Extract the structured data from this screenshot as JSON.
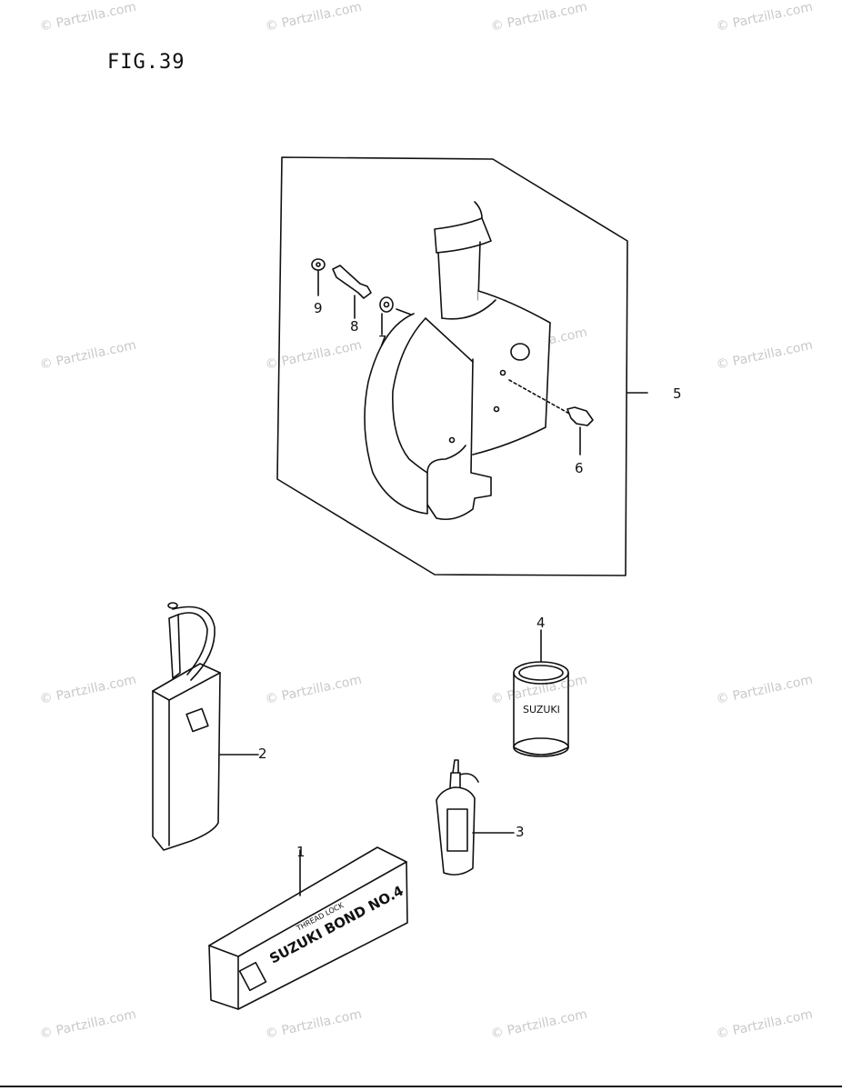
{
  "figure": {
    "title": "FIG.39"
  },
  "watermark": {
    "text": "© Partzilla.com"
  },
  "callouts": [
    {
      "id": "1",
      "label": "1"
    },
    {
      "id": "2",
      "label": "2"
    },
    {
      "id": "3",
      "label": "3"
    },
    {
      "id": "4",
      "label": "4"
    },
    {
      "id": "5",
      "label": "5"
    },
    {
      "id": "6",
      "label": "6"
    },
    {
      "id": "7",
      "label": "7"
    },
    {
      "id": "8",
      "label": "8"
    },
    {
      "id": "9",
      "label": "9"
    }
  ],
  "product_labels": {
    "bond_box": "SUZUKI BOND NO.4",
    "bond_box_small": "THREAD LOCK",
    "can_text": "SUZUKI"
  }
}
